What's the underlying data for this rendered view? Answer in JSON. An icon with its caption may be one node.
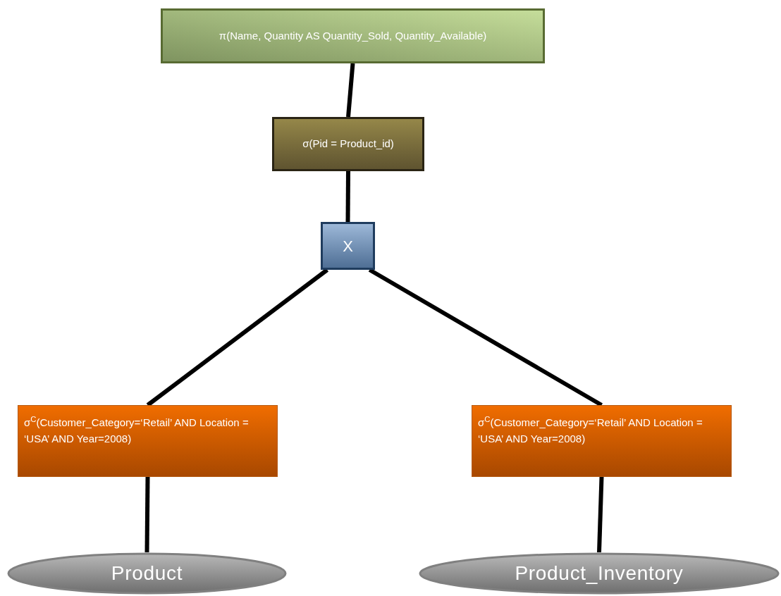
{
  "diagram": {
    "nodes": [
      {
        "text": [
          "π(Name, Quantity AS Quantity_Sold, Quantity_Available)"
        ]
      },
      {
        "text": [
          "σ(Pid = Product_id)"
        ]
      },
      {
        "text": [
          "X"
        ]
      },
      {
        "text": [
          "σ$^{C}$(Customer_Category=‘Retail’ AND Location = ‘USA’ AND Year=2008)"
        ]
      },
      {
        "text": [
          "σ$^{C}$(Customer_Category=‘Retail’ AND Location = ‘USA’ AND Year=2008)"
        ]
      },
      {
        "text": [
          "Product"
        ]
      },
      {
        "text": [
          "Product_Inventory"
        ]
      }
    ],
    "edges": [
      {
        "from": 0,
        "to": 1,
        "arrow": "none"
      },
      {
        "from": 1,
        "to": 2,
        "arrow": "none"
      },
      {
        "from": 2,
        "to": 3,
        "arrow": "none"
      },
      {
        "from": 2,
        "to": 4,
        "arrow": "none"
      },
      {
        "from": 3,
        "to": 5,
        "arrow": "none"
      },
      {
        "from": 4,
        "to": 6,
        "arrow": "none"
      }
    ]
  }
}
